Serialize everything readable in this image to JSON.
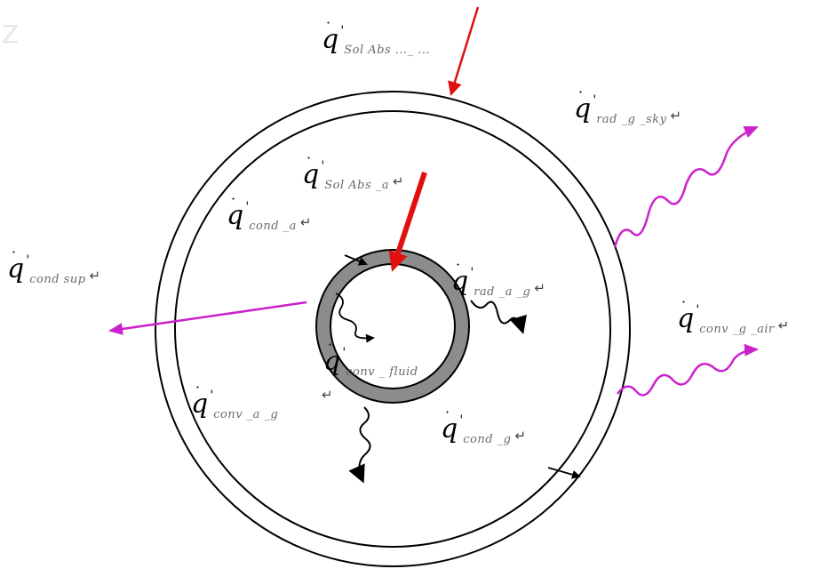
{
  "corner_mark": "Z",
  "q_symbol": "q",
  "dot": "˙",
  "prime": "'",
  "return_mark": "↵",
  "labels": {
    "solabs_outer": "Sol Abs ..._ ...",
    "rad_g_sky": "rad _g _sky",
    "solabs_a": "Sol Abs _a",
    "cond_a": "cond _a",
    "cond_sup": "cond sup",
    "rad_a_g": "rad _a _g",
    "conv_g_air": "conv _g _air",
    "conv_fluid": "conv _ fluid",
    "conv_a_g": "conv _a _g",
    "cond_g": "cond _g"
  },
  "colors": {
    "solar": "#e01010",
    "radiation": "#cc22cc",
    "ring_fill": "#8c8c8c",
    "lines": "#000000",
    "text_sub": "#6a6a6a"
  }
}
